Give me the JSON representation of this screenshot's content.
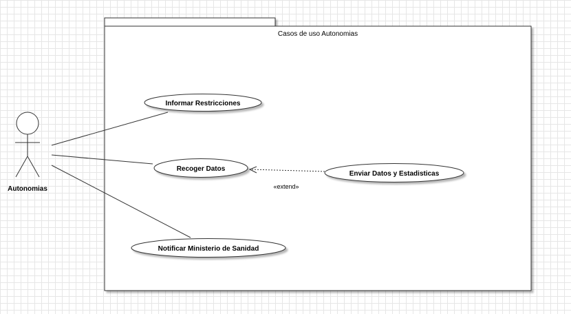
{
  "system": {
    "title": "Casos de uso Autonomias"
  },
  "actor": {
    "name": "Autonomias"
  },
  "use_cases": {
    "informar": "Informar Restricciones",
    "recoger": "Recoger Datos",
    "enviar": "Enviar Datos y Estadisticas",
    "notificar": "Notificar Ministerio de Sanidad"
  },
  "relations": {
    "extend_label": "«extend»"
  }
}
